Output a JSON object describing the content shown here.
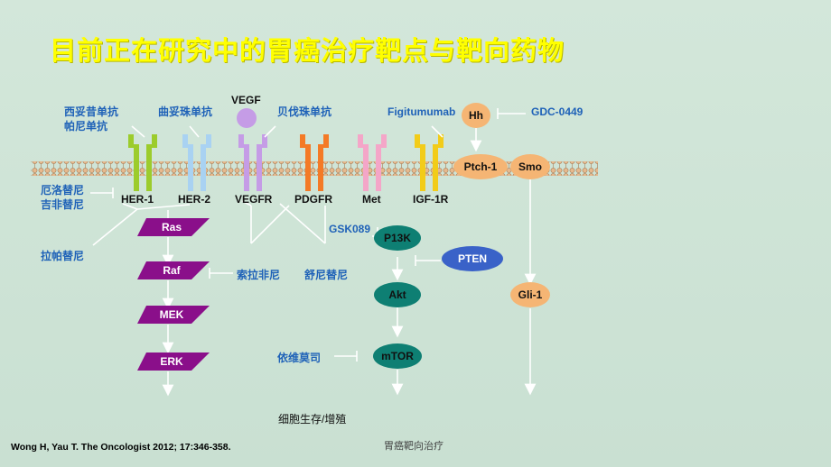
{
  "title": "目前正在研究中的胃癌治疗靶点与靶向药物",
  "receptors": [
    {
      "id": "her1",
      "label": "HER-1",
      "color": "#9ccc2c"
    },
    {
      "id": "her2",
      "label": "HER-2",
      "color": "#a9d2f2"
    },
    {
      "id": "vegfr",
      "label": "VEGFR",
      "color": "#c59ce6"
    },
    {
      "id": "pdgfr",
      "label": "PDGFR",
      "color": "#f47a26"
    },
    {
      "id": "met",
      "label": "Met",
      "color": "#f4a6c8"
    },
    {
      "id": "igf1r",
      "label": "IGF-1R",
      "color": "#f2cc19"
    }
  ],
  "ligand": {
    "label": "VEGF",
    "color": "#c59ce6"
  },
  "drugs": {
    "xituo": "西妥昔单抗",
    "panitumumab": "帕尼单抗",
    "trastuzumab": "曲妥珠单抗",
    "bevacizumab": "贝伐珠单抗",
    "figitumumab": "Figitumumab",
    "gdc0449": "GDC-0449",
    "erlotinib": "厄洛替尼",
    "gefitinib": "吉非替尼",
    "lapatinib": "拉帕替尼",
    "gsk089": "GSK089",
    "sorafenib": "索拉非尼",
    "sunitinib": "舒尼替尼",
    "everolimus": "依维莫司"
  },
  "cascade_mapk": [
    "Ras",
    "Raf",
    "MEK",
    "ERK"
  ],
  "cascade_pi3k": [
    "P13K",
    "Akt",
    "mTOR"
  ],
  "pten": "PTEN",
  "hedgehog": {
    "hh": "Hh",
    "ptch": "Ptch-1",
    "smo": "Smo",
    "gli": "Gli-1"
  },
  "outcome": "细胞生存/增殖",
  "citation": "Wong H, Yau T. The Oncologist 2012; 17:346-358.",
  "footer": "胃癌靶向治疗",
  "colors": {
    "mapk": "#8a0f8a",
    "pi3k": "#0e7f73",
    "pten": "#3a62c8",
    "hedgehog": "#f5b574",
    "drug_text": "#1f62b8"
  }
}
